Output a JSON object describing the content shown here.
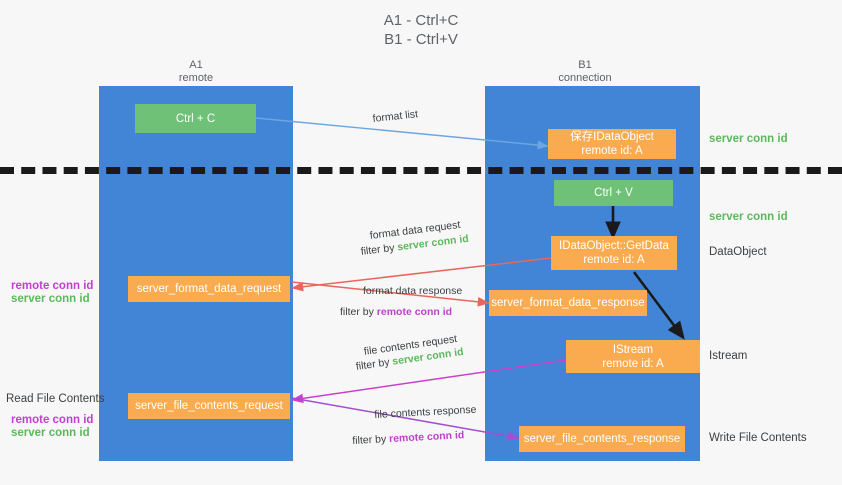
{
  "title": {
    "line1": "A1 - Ctrl+C",
    "line2": "B1 - Ctrl+V"
  },
  "columns": [
    {
      "name": "A1",
      "sub": "remote"
    },
    {
      "name": "B1",
      "sub": "connection"
    }
  ],
  "colors": {
    "lane": "#4285d6",
    "green_box": "#6ec177",
    "orange_box": "#fbab4f",
    "server_conn_id": "#5cb85c",
    "remote_conn_id": "#c03fd0",
    "arrow_blue": "#6ba6e0",
    "arrow_red": "#e8665c",
    "arrow_magenta": "#cc3fcc",
    "arrow_purple": "#a24fd0",
    "arrow_black": "#1a1a1a",
    "text_gray": "#3c4043",
    "background": "#f7f7f7"
  },
  "boxes": {
    "ctrl_c": {
      "line1": "Ctrl + C",
      "line2": ""
    },
    "save_idataobject": {
      "line1": "保存IDataObject",
      "line2": "remote id: A"
    },
    "ctrl_v": {
      "line1": "Ctrl + V",
      "line2": ""
    },
    "getdata": {
      "line1": "IDataObject::GetData",
      "line2": "remote id: A"
    },
    "server_format_data_request": {
      "line1": "server_format_data_request",
      "line2": ""
    },
    "server_format_data_response": {
      "line1": "server_format_data_response",
      "line2": ""
    },
    "istream": {
      "line1": "IStream",
      "line2": "remote id: A"
    },
    "server_file_contents_request": {
      "line1": "server_file_contents_request",
      "line2": ""
    },
    "server_file_contents_response": {
      "line1": "server_file_contents_response",
      "line2": ""
    }
  },
  "edge_labels": {
    "format_list": "format list",
    "format_data_request": "format data request",
    "format_data_request_filter_prefix": "filter by ",
    "format_data_request_filter_key": "server conn id",
    "format_data_response": "format data response",
    "format_data_response_filter_prefix": "filter by ",
    "format_data_response_filter_key": "remote conn id",
    "file_contents_request": "file contents request",
    "file_contents_request_filter_prefix": "filter by ",
    "file_contents_request_filter_key": "server conn id",
    "file_contents_response": "file contents response",
    "file_contents_response_filter_prefix": "filter by ",
    "file_contents_response_filter_key": "remote conn id"
  },
  "right_labels": {
    "server_conn_id_1": "server conn id",
    "server_conn_id_2": "server conn id",
    "dataobject": "DataObject",
    "istream": "Istream",
    "write_file_contents": "Write File Contents"
  },
  "left_labels": {
    "remote_conn_id_1": "remote conn id",
    "server_conn_id_1": "server conn id",
    "read_file_contents": "Read File Contents",
    "remote_conn_id_2": "remote conn id",
    "server_conn_id_2": "server conn id"
  }
}
